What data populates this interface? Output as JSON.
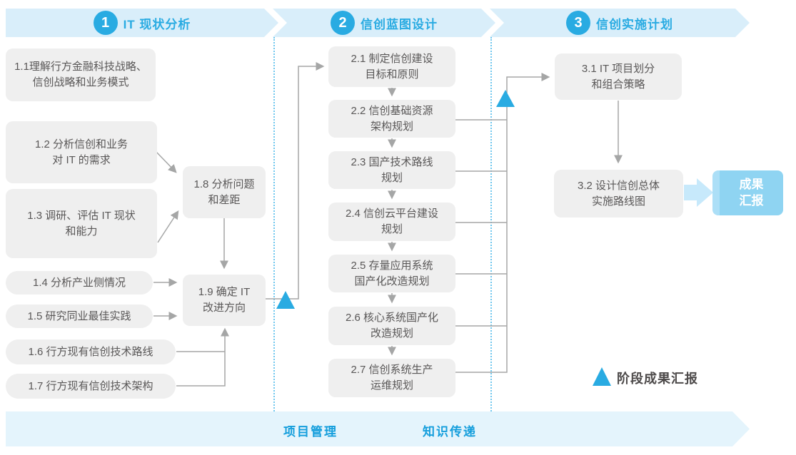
{
  "colors": {
    "accent_blue": "#29ABE2",
    "banner_bg": "#D9EEFA",
    "footer_banner_bg": "#E4F4FC",
    "box_bg": "#EFEFEF",
    "box_text": "#595757",
    "connector_gray": "#A5A6A6",
    "result_box_bg": "#8FD4F2",
    "thick_arrow_blue": "#C7E9FB"
  },
  "phases": [
    {
      "number": "1",
      "title": "IT 现状分析"
    },
    {
      "number": "2",
      "title": "信创蓝图设计"
    },
    {
      "number": "3",
      "title": "信创实施计划"
    }
  ],
  "stage1": {
    "boxes": [
      {
        "lines": [
          "1.1理解行方金融科技战略、",
          "信创战略和业务模式"
        ]
      },
      {
        "lines": [
          "1.2 分析信创和业务",
          "对 IT 的需求"
        ]
      },
      {
        "lines": [
          "1.3 调研、评估 IT 现状",
          "和能力"
        ]
      },
      {
        "lines": [
          "1.4 分析产业侧情况"
        ]
      },
      {
        "lines": [
          "1.5 研究同业最佳实践"
        ]
      },
      {
        "lines": [
          "1.6 行方现有信创技术路线"
        ]
      },
      {
        "lines": [
          "1.7 行方现有信创技术架构"
        ]
      },
      {
        "lines": [
          "1.8 分析问题",
          "和差距"
        ]
      },
      {
        "lines": [
          "1.9 确定 IT",
          "改进方向"
        ]
      }
    ]
  },
  "stage2": {
    "boxes": [
      {
        "lines": [
          "2.1 制定信创建设",
          "目标和原则"
        ]
      },
      {
        "lines": [
          "2.2 信创基础资源",
          "架构规划"
        ]
      },
      {
        "lines": [
          "2.3 国产技术路线",
          "规划"
        ]
      },
      {
        "lines": [
          "2.4 信创云平台建设",
          "规划"
        ]
      },
      {
        "lines": [
          "2.5 存量应用系统",
          "国产化改造规划"
        ]
      },
      {
        "lines": [
          "2.6 核心系统国产化",
          "改造规划"
        ]
      },
      {
        "lines": [
          "2.7 信创系统生产",
          "运维规划"
        ]
      }
    ]
  },
  "stage3": {
    "boxes": [
      {
        "lines": [
          "3.1 IT 项目划分",
          "和组合策略"
        ]
      },
      {
        "lines": [
          "3.2 设计信创总体",
          "实施路线图"
        ]
      }
    ],
    "result": {
      "lines": [
        "成果",
        "汇报"
      ]
    }
  },
  "legend": {
    "label": "阶段成果汇报"
  },
  "footer": {
    "items": [
      {
        "label": "项目管理"
      },
      {
        "label": "知识传递"
      }
    ]
  }
}
